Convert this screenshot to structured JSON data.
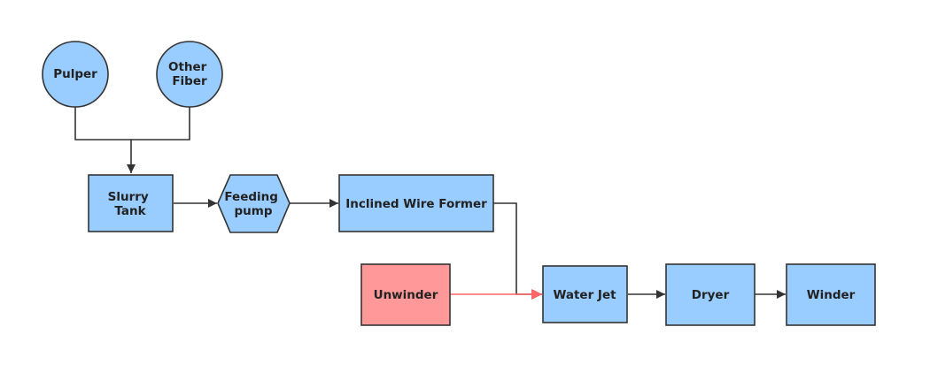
{
  "colors": {
    "node_fill": "#99ccff",
    "node_stroke": "#333333",
    "highlight_fill": "#ff9999",
    "edge": "#333333",
    "highlight_edge": "#ff6666"
  },
  "nodes": {
    "pulper": {
      "label_lines": [
        "Pulper"
      ],
      "shape": "circle"
    },
    "other_fiber": {
      "label_lines": [
        "Other",
        "Fiber"
      ],
      "shape": "circle"
    },
    "slurry_tank": {
      "label_lines": [
        "Slurry",
        "Tank"
      ],
      "shape": "rectangle"
    },
    "feeding_pump": {
      "label_lines": [
        "Feeding",
        "pump"
      ],
      "shape": "hexagon"
    },
    "inclined_wire_former": {
      "label_lines": [
        "Inclined Wire Former"
      ],
      "shape": "rectangle"
    },
    "unwinder": {
      "label_lines": [
        "Unwinder"
      ],
      "shape": "rectangle"
    },
    "water_jet": {
      "label_lines": [
        "Water Jet"
      ],
      "shape": "rectangle"
    },
    "dryer": {
      "label_lines": [
        "Dryer"
      ],
      "shape": "rectangle"
    },
    "winder": {
      "label_lines": [
        "Winder"
      ],
      "shape": "rectangle"
    }
  },
  "edges": [
    {
      "from": "pulper",
      "to": "slurry_tank"
    },
    {
      "from": "other_fiber",
      "to": "slurry_tank"
    },
    {
      "from": "slurry_tank",
      "to": "feeding_pump"
    },
    {
      "from": "feeding_pump",
      "to": "inclined_wire_former"
    },
    {
      "from": "inclined_wire_former",
      "to": "water_jet"
    },
    {
      "from": "unwinder",
      "to": "water_jet",
      "highlight": true
    },
    {
      "from": "water_jet",
      "to": "dryer"
    },
    {
      "from": "dryer",
      "to": "winder"
    }
  ]
}
